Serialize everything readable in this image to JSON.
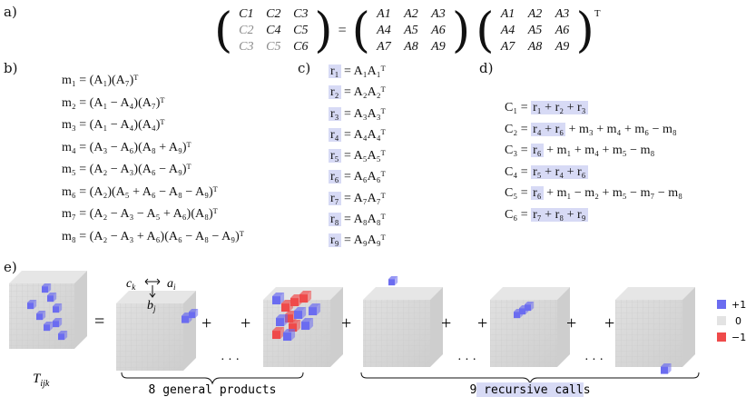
{
  "labels": {
    "a": "a)",
    "b": "b)",
    "c": "c)",
    "d": "d)",
    "e": "e)"
  },
  "matrix_eq": {
    "lhs": [
      [
        "C1",
        "C2",
        "C3"
      ],
      [
        "C2",
        "C4",
        "C5"
      ],
      [
        "C3",
        "C5",
        "C6"
      ]
    ],
    "rhs1": [
      [
        "A1",
        "A2",
        "A3"
      ],
      [
        "A4",
        "A5",
        "A6"
      ],
      [
        "A7",
        "A8",
        "A9"
      ]
    ],
    "rhs2": [
      [
        "A1",
        "A2",
        "A3"
      ],
      [
        "A4",
        "A5",
        "A6"
      ],
      [
        "A7",
        "A8",
        "A9"
      ]
    ],
    "equals": "=",
    "transpose": "T"
  },
  "products_b": [
    "m₁ = (A₁)(A₇)ᵀ",
    "m₂ = (A₁ − A₄)(A₇)ᵀ",
    "m₃ = (A₁ − A₄)(A₄)ᵀ",
    "m₄ = (A₃ − A₆)(A₈ + A₉)ᵀ",
    "m₅ = (A₂ − A₃)(A₆ − A₉)ᵀ",
    "m₆ = (A₂)(A₅ + A₆ − A₈ − A₉)ᵀ",
    "m₇ = (A₂ − A₃ − A₅ + A₆)(A₈)ᵀ",
    "m₈ = (A₂ − A₃ + A₆)(A₆ − A₈ − A₉)ᵀ"
  ],
  "recursive_c": [
    {
      "r": "r₁",
      "rhs": " = A₁A₁ᵀ"
    },
    {
      "r": "r₂",
      "rhs": " = A₂A₂ᵀ"
    },
    {
      "r": "r₃",
      "rhs": " = A₃A₃ᵀ"
    },
    {
      "r": "r₄",
      "rhs": " = A₄A₄ᵀ"
    },
    {
      "r": "r₅",
      "rhs": " = A₅A₅ᵀ"
    },
    {
      "r": "r₆",
      "rhs": " = A₆A₆ᵀ"
    },
    {
      "r": "r₇",
      "rhs": " = A₇A₇ᵀ"
    },
    {
      "r": "r₈",
      "rhs": " = A₈A₈ᵀ"
    },
    {
      "r": "r₉",
      "rhs": " = A₉A₉ᵀ"
    }
  ],
  "outputs_d": [
    {
      "lhs": "C₁ = ",
      "hl": "r₁ + r₂ + r₃",
      "rest": ""
    },
    {
      "lhs": "C₂ = ",
      "hl": "r₄ + r₆",
      "rest": " + m₃ + m₄ + m₆ − m₈"
    },
    {
      "lhs": "C₃ = ",
      "hl": "r₆",
      "rest": " + m₁ + m₄ + m₅ − m₈"
    },
    {
      "lhs": "C₄ = ",
      "hl": "r₅ + r₄ + r₆",
      "rest": ""
    },
    {
      "lhs": "C₅ = ",
      "hl": "r₆",
      "rest": " + m₁ − m₂ + m₅ − m₇ − m₈"
    },
    {
      "lhs": "C₆ = ",
      "hl": "r₇ + r₈ + r₉",
      "rest": ""
    }
  ],
  "tensor": {
    "label": "T",
    "label_sub": "ijk",
    "axis_c": "c",
    "axis_c_sub": "k",
    "axis_a": "a",
    "axis_a_sub": "i",
    "axis_b": "b",
    "axis_b_sub": "j",
    "plus": "+",
    "equals": "=",
    "dots": "· · ·",
    "brace1": "8 general products",
    "brace2": "9 recursive calls"
  },
  "legend": {
    "plus": "+1",
    "zero": "0",
    "minus": "−1"
  },
  "colors": {
    "positive": "#6b6cf0",
    "negative": "#ef4a4a",
    "zero": "#e3e3e3",
    "highlight": "#d7daf5"
  }
}
